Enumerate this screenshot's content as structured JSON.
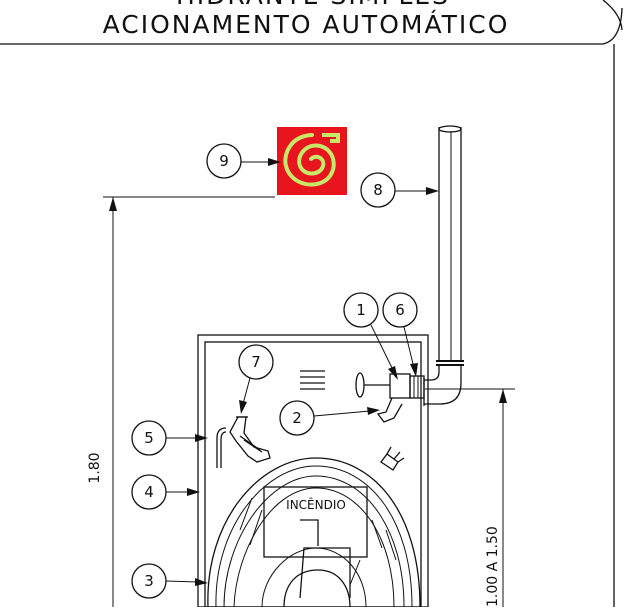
{
  "title": {
    "line1": "HIDRANTE SIMPLES",
    "line2": "ACIONAMENTO AUTOMÁTICO"
  },
  "cabinet": {
    "label": "INCÊNDIO"
  },
  "dimensions": {
    "height_total": "1.80",
    "height_valve": "1.00 A 1.50"
  },
  "callouts": [
    "1",
    "2",
    "3",
    "4",
    "5",
    "6",
    "7",
    "8",
    "9"
  ],
  "colors": {
    "line": "#111111",
    "sign_background": "#e8141e",
    "sign_spiral": "#c8e86a"
  },
  "icons": {
    "sign": "fire-hose-sign-icon"
  }
}
